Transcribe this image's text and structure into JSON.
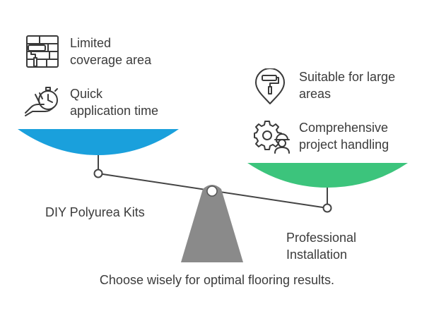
{
  "left": {
    "label": "DIY Polyurea Kits",
    "features": [
      {
        "icon": "paint-roller-wall-icon",
        "line1": "Limited",
        "line2": "coverage area"
      },
      {
        "icon": "hand-stopwatch-icon",
        "line1": "Quick",
        "line2": "application time"
      }
    ],
    "color": "#1aa0dc"
  },
  "right": {
    "label_line1": "Professional",
    "label_line2": "Installation",
    "features": [
      {
        "icon": "paint-roller-pin-icon",
        "line1": "Suitable for large",
        "line2": "areas"
      },
      {
        "icon": "gear-worker-icon",
        "line1": "Comprehensive",
        "line2": "project handling"
      }
    ],
    "color": "#3cc47c"
  },
  "fulcrum_color": "#8a8a8a",
  "caption": "Choose wisely for optimal flooring results."
}
